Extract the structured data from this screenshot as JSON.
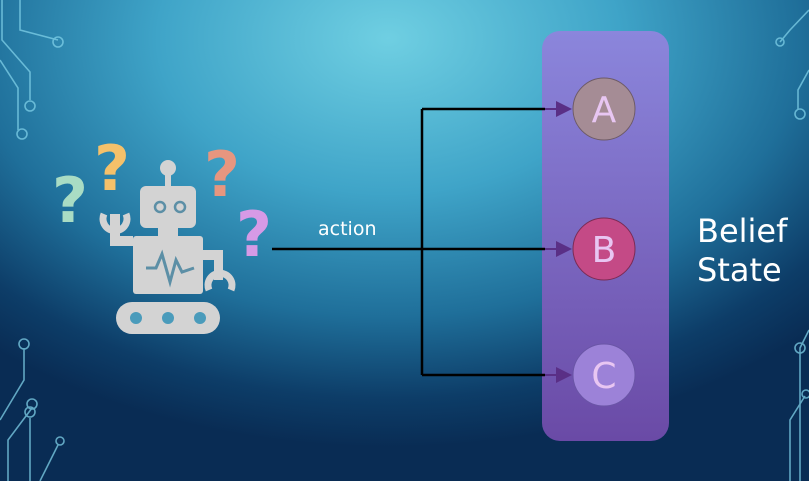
{
  "diagram": {
    "action_label": "action",
    "belief_label_line1": "Belief",
    "belief_label_line2": "State",
    "states": [
      "A",
      "B",
      "C"
    ],
    "question_marks": [
      "?",
      "?",
      "?",
      "?"
    ]
  },
  "colors": {
    "background_center": "#6fcfe2",
    "background_edge": "#092c54",
    "belief_panel": "#8a78d6",
    "state_a": "#a58c95",
    "state_b": "#c44a86",
    "state_c": "#9c82d8",
    "robot": "#d3d3d3",
    "question_green": "#a9dcc4",
    "question_yellow": "#f5c16a",
    "question_salmon": "#e7967f",
    "question_violet": "#d69ae6",
    "circuit_lines": "#7fd0e8"
  },
  "icons": [
    "robot-icon",
    "question-mark-icon",
    "circuit-decoration"
  ]
}
